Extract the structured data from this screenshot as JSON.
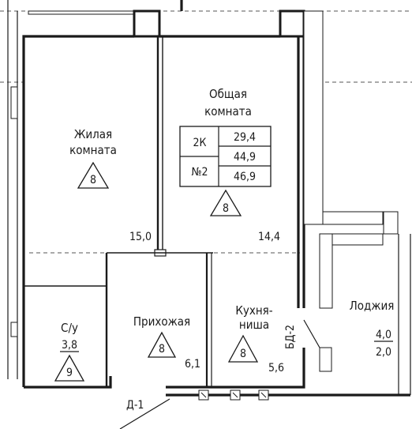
{
  "rooms": {
    "living": {
      "line1": "Жилая",
      "line2": "комната",
      "mark": "8"
    },
    "common": {
      "line1": "Общая",
      "line2": "комната",
      "mark": "8",
      "area": "14,4"
    },
    "living_area": "15,0",
    "hall": {
      "name": "Прихожая",
      "mark": "8",
      "area": "6,1"
    },
    "kitchen": {
      "line1": "Кухня-",
      "line2": "ниша",
      "mark": "8",
      "area": "5,6"
    },
    "bathroom": {
      "name": "С/у",
      "area": "3,8",
      "mark": "9"
    },
    "loggia": {
      "name": "Лоджия",
      "area1": "4,0",
      "area2": "2,0"
    }
  },
  "info_table": {
    "type": "2К",
    "number": "№2",
    "areas": [
      "29,4",
      "44,9",
      "46,9"
    ]
  },
  "labels": {
    "door_balcony": "БД-2",
    "door_entrance": "Д-1"
  }
}
